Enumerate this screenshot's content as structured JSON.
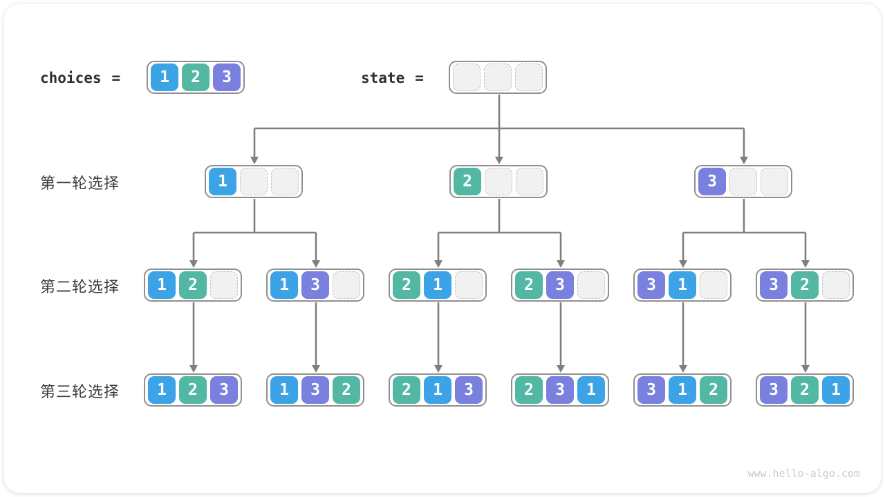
{
  "colors": {
    "1": "#3BA3E6",
    "2": "#53B8A3",
    "3": "#7A80DE"
  },
  "header": {
    "choices_label": "choices",
    "state_label": "state",
    "eq": "=",
    "choices_cells": [
      "1",
      "2",
      "3"
    ],
    "state_cells": [
      "",
      "",
      ""
    ]
  },
  "rows": [
    {
      "label": "第一轮选择",
      "nodes": [
        [
          "1",
          "",
          ""
        ],
        [
          "2",
          "",
          ""
        ],
        [
          "3",
          "",
          ""
        ]
      ]
    },
    {
      "label": "第二轮选择",
      "nodes": [
        [
          "1",
          "2",
          ""
        ],
        [
          "1",
          "3",
          ""
        ],
        [
          "2",
          "1",
          ""
        ],
        [
          "2",
          "3",
          ""
        ],
        [
          "3",
          "1",
          ""
        ],
        [
          "3",
          "2",
          ""
        ]
      ]
    },
    {
      "label": "第三轮选择",
      "nodes": [
        [
          "1",
          "2",
          "3"
        ],
        [
          "1",
          "3",
          "2"
        ],
        [
          "2",
          "1",
          "3"
        ],
        [
          "2",
          "3",
          "1"
        ],
        [
          "3",
          "1",
          "2"
        ],
        [
          "3",
          "2",
          "1"
        ]
      ]
    }
  ],
  "watermark": "www.hello-algo.com"
}
